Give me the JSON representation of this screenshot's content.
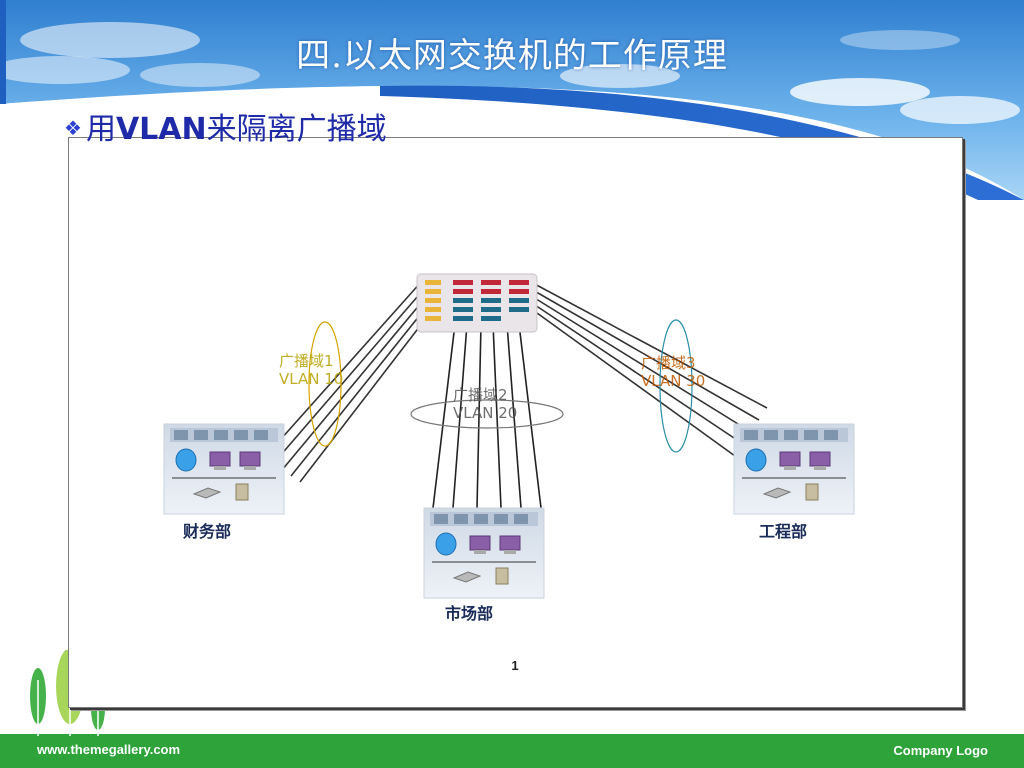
{
  "slide": {
    "title": "四.以太网交换机的工作原理",
    "bullet": {
      "prefix": "用",
      "emphasis": "VLAN",
      "suffix": "来隔离广播域"
    }
  },
  "diagram": {
    "broadcast_domains": [
      {
        "line1": "广播域1",
        "line2": "VLAN 10",
        "color": "#b8a000"
      },
      {
        "line1": "广播域2",
        "line2": "VLAN 20",
        "color": "#555555"
      },
      {
        "line1": "广播域3",
        "line2": "VLAN 30",
        "color": "#c05a00"
      }
    ],
    "departments": [
      "财务部",
      "市场部",
      "工程部"
    ],
    "page_number": "1"
  },
  "footer": {
    "url": "www.themegallery.com",
    "logo": "Company Logo"
  },
  "colors": {
    "footer_green": "#2da33a",
    "sky_blue": "#3f8fd8",
    "bullet_blue": "#1f2aa8"
  }
}
